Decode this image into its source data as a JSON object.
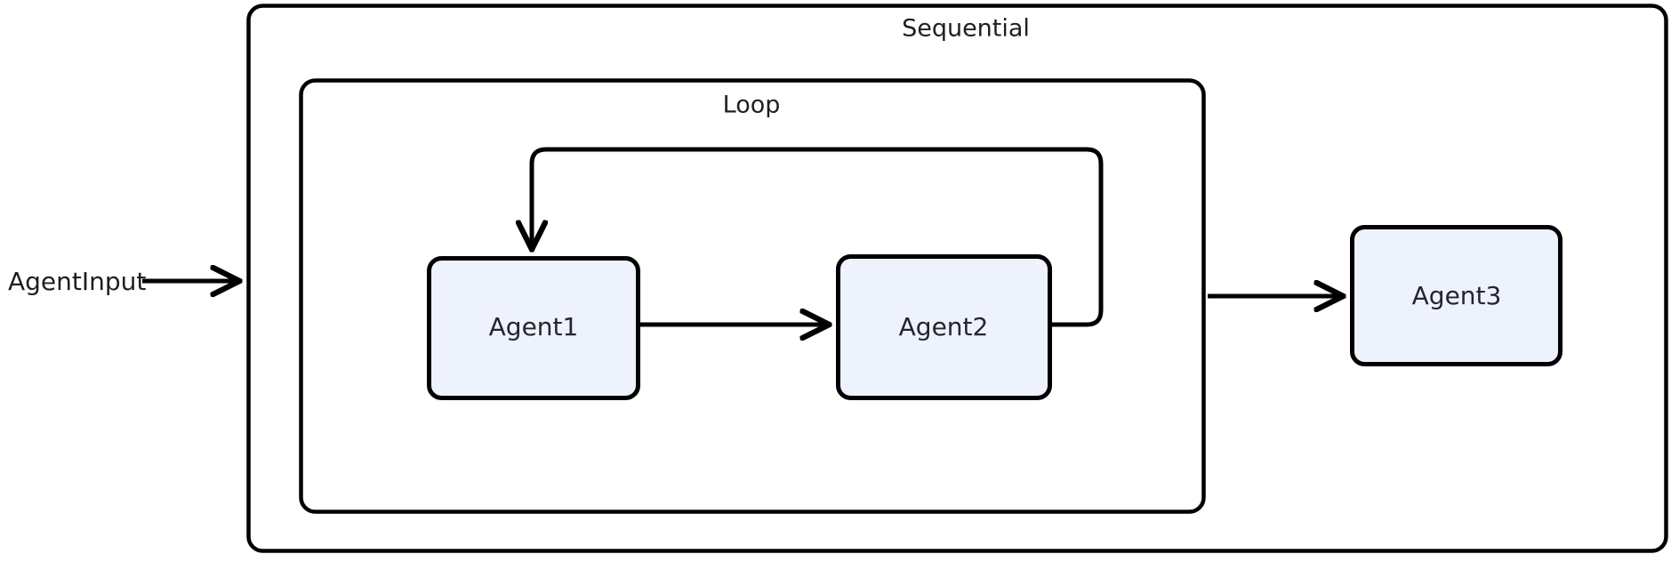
{
  "diagram": {
    "type": "agent-workflow-flowchart",
    "background_color": "#ffffff",
    "stroke_color": "#000000",
    "node_fill_color": "#eef2fc",
    "text_color": "#1d1f24"
  },
  "inputs": [
    {
      "id": "agent-input",
      "label": "AgentInput"
    }
  ],
  "groups": [
    {
      "id": "sequential",
      "label": "Sequential",
      "kind": "sequential-container"
    },
    {
      "id": "loop",
      "label": "Loop",
      "kind": "loop-container"
    }
  ],
  "nodes": [
    {
      "id": "agent1",
      "label": "Agent1",
      "parent": "loop"
    },
    {
      "id": "agent2",
      "label": "Agent2",
      "parent": "loop"
    },
    {
      "id": "agent3",
      "label": "Agent3",
      "parent": "sequential"
    }
  ],
  "edges": [
    {
      "id": "edge-input-to-sequential",
      "from": "agent-input",
      "to": "sequential",
      "arrowhead": true
    },
    {
      "id": "edge-agent1-to-agent2",
      "from": "agent1",
      "to": "agent2",
      "arrowhead": true
    },
    {
      "id": "edge-agent2-to-agent1-loopback",
      "from": "agent2",
      "to": "agent1",
      "arrowhead": true,
      "style": "feedback"
    },
    {
      "id": "edge-loop-to-agent3",
      "from": "loop",
      "to": "agent3",
      "arrowhead": true
    }
  ]
}
